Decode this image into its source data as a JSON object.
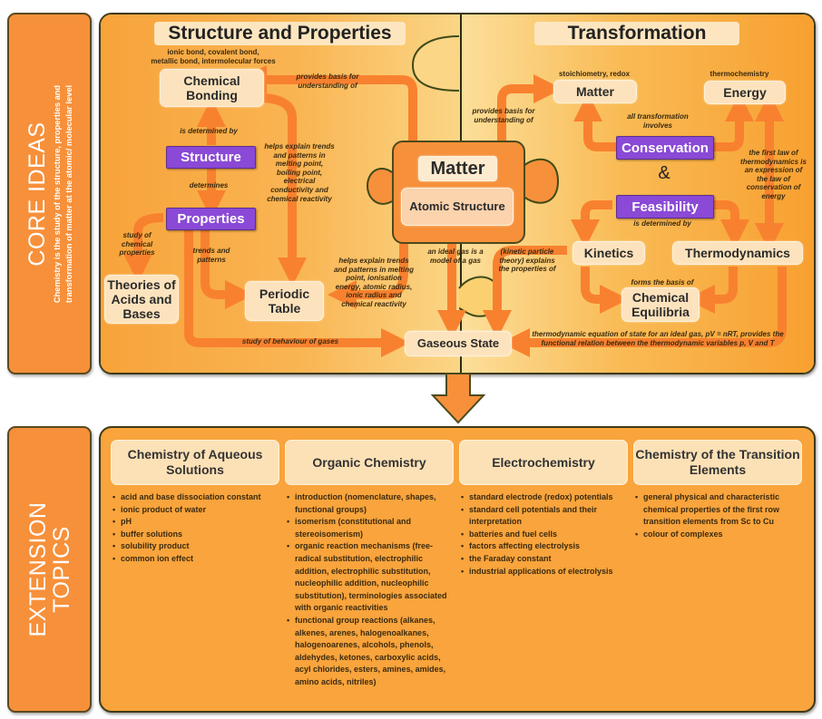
{
  "core_ideas": {
    "label": "CORE IDEAS",
    "subtitle_line1": "Chemistry is the study of the structure, properties and",
    "subtitle_line2": "transformation of matter at the atomic/ molecular level"
  },
  "structure_and_properties": {
    "title": "Structure and Properties",
    "bonding_types_line1": "ionic bond, covalent bond,",
    "bonding_types_line2": "metallic bond, intermolecular forces",
    "chemical_bonding": "Chemical Bonding",
    "structure": "Structure",
    "properties": "Properties",
    "theories_acids_bases": "Theories of Acids and Bases",
    "periodic_table": "Periodic Table",
    "notes": {
      "is_determined_by": "is determined by",
      "determines": "determines",
      "study_of_chemical_properties": "study of chemical properties",
      "trends_and_patterns": "trends and patterns",
      "helps_explain_bonding": "helps explain trends and patterns in melting point, boiling point, electrical conductivity and chemical reactivity",
      "provides_basis_left": "provides basis for understanding of",
      "helps_explain_atomic": "helps explain trends and patterns in melting point, ionisation energy, atomic radius, ionic radius and chemical reactivity",
      "study_of_gases": "study of behaviour of gases"
    }
  },
  "center": {
    "matter": "Matter",
    "atomic_structure": "Atomic Structure",
    "gaseous_state": "Gaseous State",
    "ideal_gas_note": "an ideal gas is a model of a gas",
    "kinetic_note": "(kinetic particle theory) explains the properties of"
  },
  "transformation": {
    "title": "Transformation",
    "matter_caption": "stoichiometry, redox",
    "matter": "Matter",
    "energy_caption": "thermochemistry",
    "energy": "Energy",
    "conservation": "Conservation",
    "ampersand": "&",
    "feasibility": "Feasibility",
    "kinetics": "Kinetics",
    "thermodynamics": "Thermodynamics",
    "chemical_equilibria": "Chemical Equilibria",
    "notes": {
      "provides_basis_right": "provides basis for understanding of",
      "all_transformation": "all transformation involves",
      "first_law": "the first law of thermodynamics is an expression of the law of conservation of energy",
      "is_determined_by": "is determined by",
      "forms_basis": "forms the basis of",
      "equation_of_state": "thermodynamic equation of state for an ideal gas,  pV = nRT, provides the functional relation between the thermodynamic variables p, V and T"
    }
  },
  "extension_topics": {
    "label_line1": "EXTENSION",
    "label_line2": "TOPICS",
    "columns": [
      {
        "title": "Chemistry of Aqueous Solutions",
        "items": [
          "acid and base dissociation constant",
          "ionic product of water",
          "pH",
          "buffer solutions",
          "solubility product",
          "common ion effect"
        ]
      },
      {
        "title": "Organic Chemistry",
        "items": [
          "introduction (nomenclature, shapes, functional groups)",
          "isomerism (constitutional and stereoisomerism)",
          "organic reaction mechanisms (free-radical substitution, electrophilic addition, electrophilic substitution, nucleophilic addition, nucleophilic substitution), terminologies associated with organic reactivities",
          "functional group reactions (alkanes, alkenes, arenes, halogenoalkanes, halogenoarenes, alcohols, phenols, aldehydes, ketones, carboxylic acids, acyl chlorides, esters, amines, amides, amino acids, nitriles)"
        ]
      },
      {
        "title": "Electrochemistry",
        "items": [
          "standard electrode (redox) potentials",
          "standard cell potentials and their interpretation",
          "batteries and fuel cells",
          "factors affecting electrolysis",
          "the Faraday constant",
          "industrial applications of electrolysis"
        ]
      },
      {
        "title": "Chemistry of the Transition Elements",
        "items": [
          "general physical and characteristic chemical properties of the first row transition elements from Sc to Cu",
          "colour of complexes"
        ]
      }
    ]
  },
  "colors": {
    "orange_accent": "#f7903a",
    "purple_box": "#8a49d6",
    "node_fill": "#fde3bd",
    "arrow": "#f8812f"
  }
}
